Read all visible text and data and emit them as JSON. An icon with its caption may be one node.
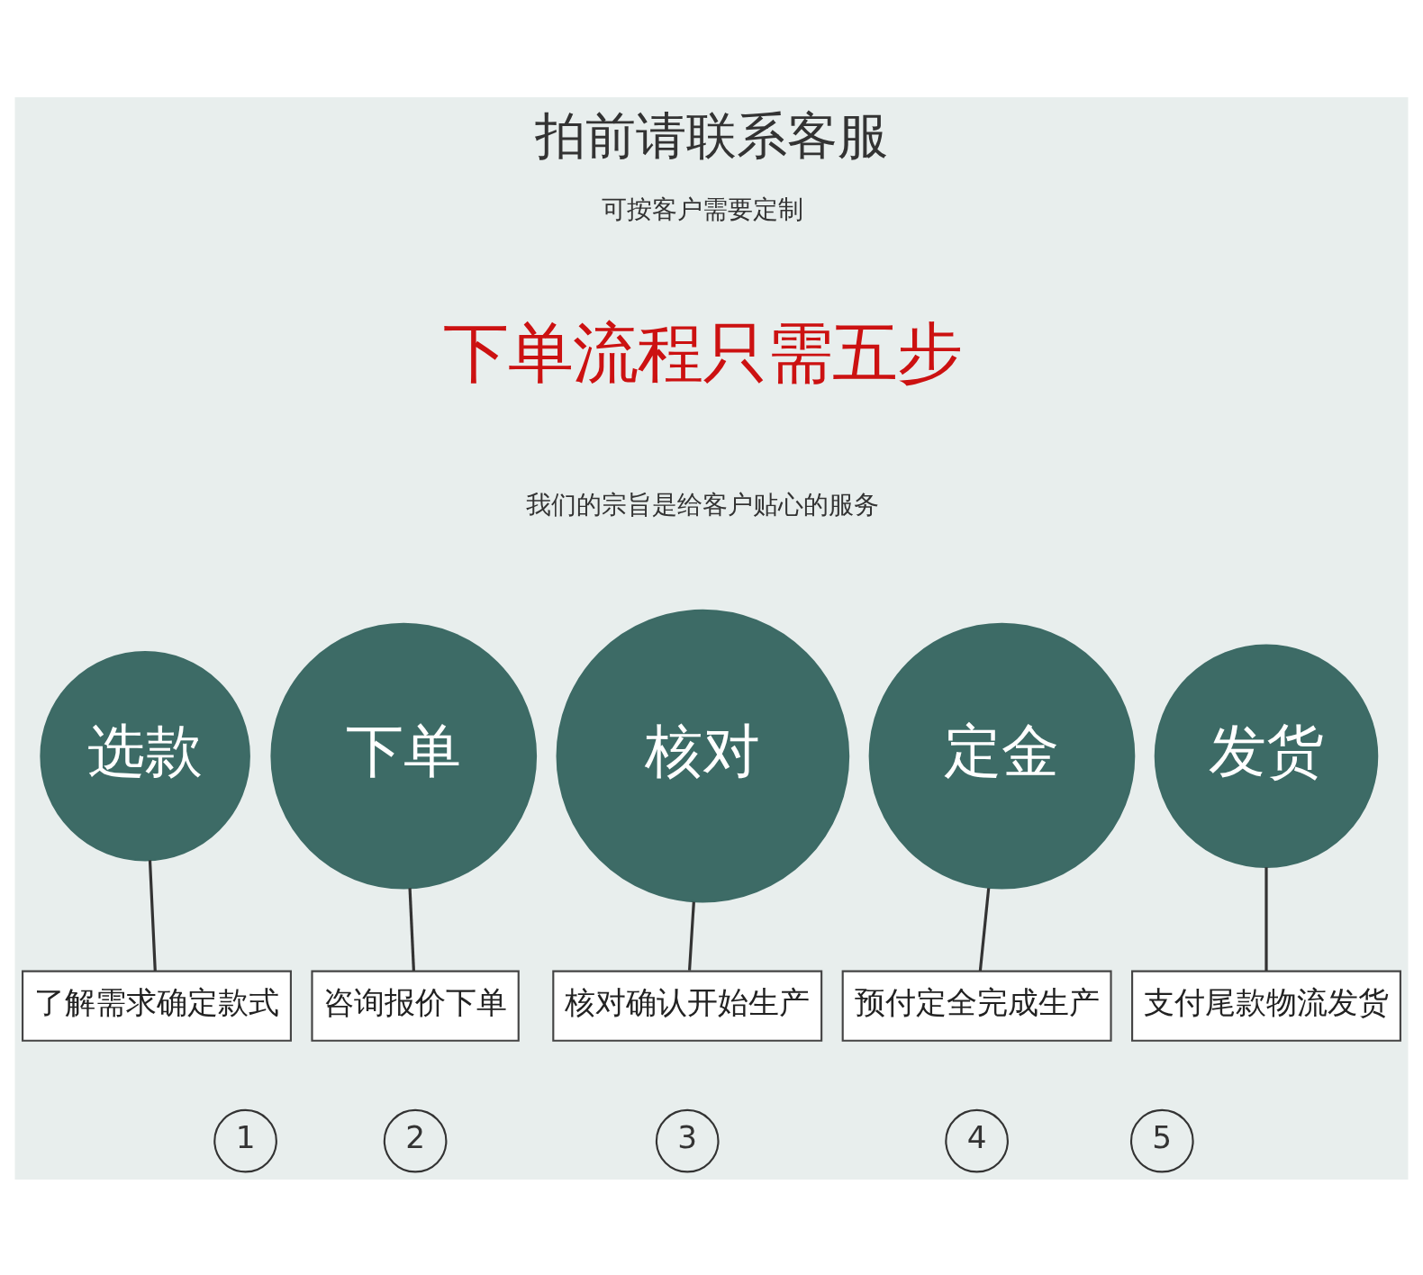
{
  "diagram": {
    "title": "拍前请联系客服",
    "nodes": [
      {
        "text": [
          "选款"
        ]
      },
      {
        "text": [
          "下单"
        ]
      },
      {
        "text": [
          "核对"
        ]
      },
      {
        "text": [
          "定金"
        ]
      },
      {
        "text": [
          "发货"
        ]
      },
      {
        "text": [
          "了解需求确定款式"
        ]
      },
      {
        "text": [
          "咨询报价下单"
        ]
      },
      {
        "text": [
          "核对确认开始生产"
        ]
      },
      {
        "text": [
          "预付定全完成生产"
        ]
      },
      {
        "text": [
          "支付尾款物流发货"
        ]
      },
      {
        "text": [
          "1"
        ]
      },
      {
        "text": [
          "2"
        ]
      },
      {
        "text": [
          "3"
        ]
      },
      {
        "text": [
          "4"
        ]
      },
      {
        "text": [
          "5"
        ]
      }
    ],
    "edges": [
      {
        "from": 0,
        "to": 5,
        "arrow": "none"
      },
      {
        "from": 1,
        "to": 6,
        "arrow": "none"
      },
      {
        "from": 2,
        "to": 7,
        "arrow": "none"
      },
      {
        "from": 3,
        "to": 8,
        "arrow": "none"
      },
      {
        "from": 4,
        "to": 9,
        "arrow": "none"
      }
    ],
    "labels": [
      "可按客户需要定制",
      "下单流程只需五步",
      "我们的宗旨是给客户贴心的服务"
    ]
  }
}
